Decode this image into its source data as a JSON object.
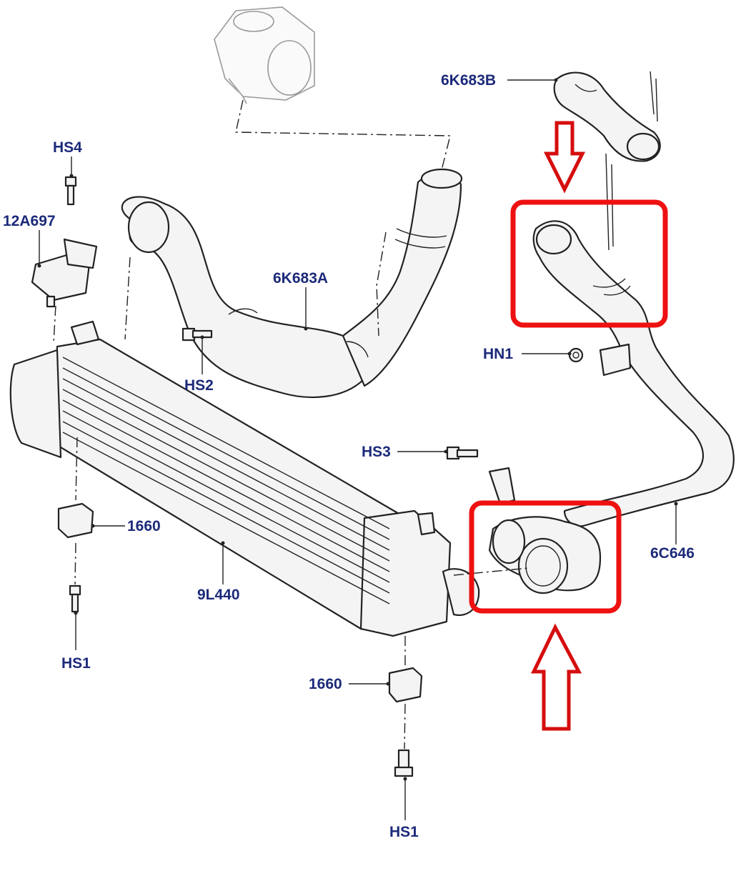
{
  "labels": {
    "hs4": "HS4",
    "p12a697": "12A697",
    "p6k683a": "6K683A",
    "p6k683b": "6K683B",
    "hs2": "HS2",
    "hn1": "HN1",
    "hs3": "HS3",
    "p6c646": "6C646",
    "p1660_left": "1660",
    "p9l440": "9L440",
    "hs1_left": "HS1",
    "p1660_bottom": "1660",
    "hs1_bottom": "HS1"
  },
  "colors": {
    "label_text": "#1c2a7a",
    "highlight": "#ee1111",
    "line_art": "#222222"
  },
  "icons": [
    "throttle-body-icon",
    "bolt-icon",
    "nut-icon",
    "sensor-icon",
    "rubber-mount-icon",
    "intercooler-icon",
    "hose-icon",
    "down-arrow-icon",
    "up-arrow-icon"
  ]
}
